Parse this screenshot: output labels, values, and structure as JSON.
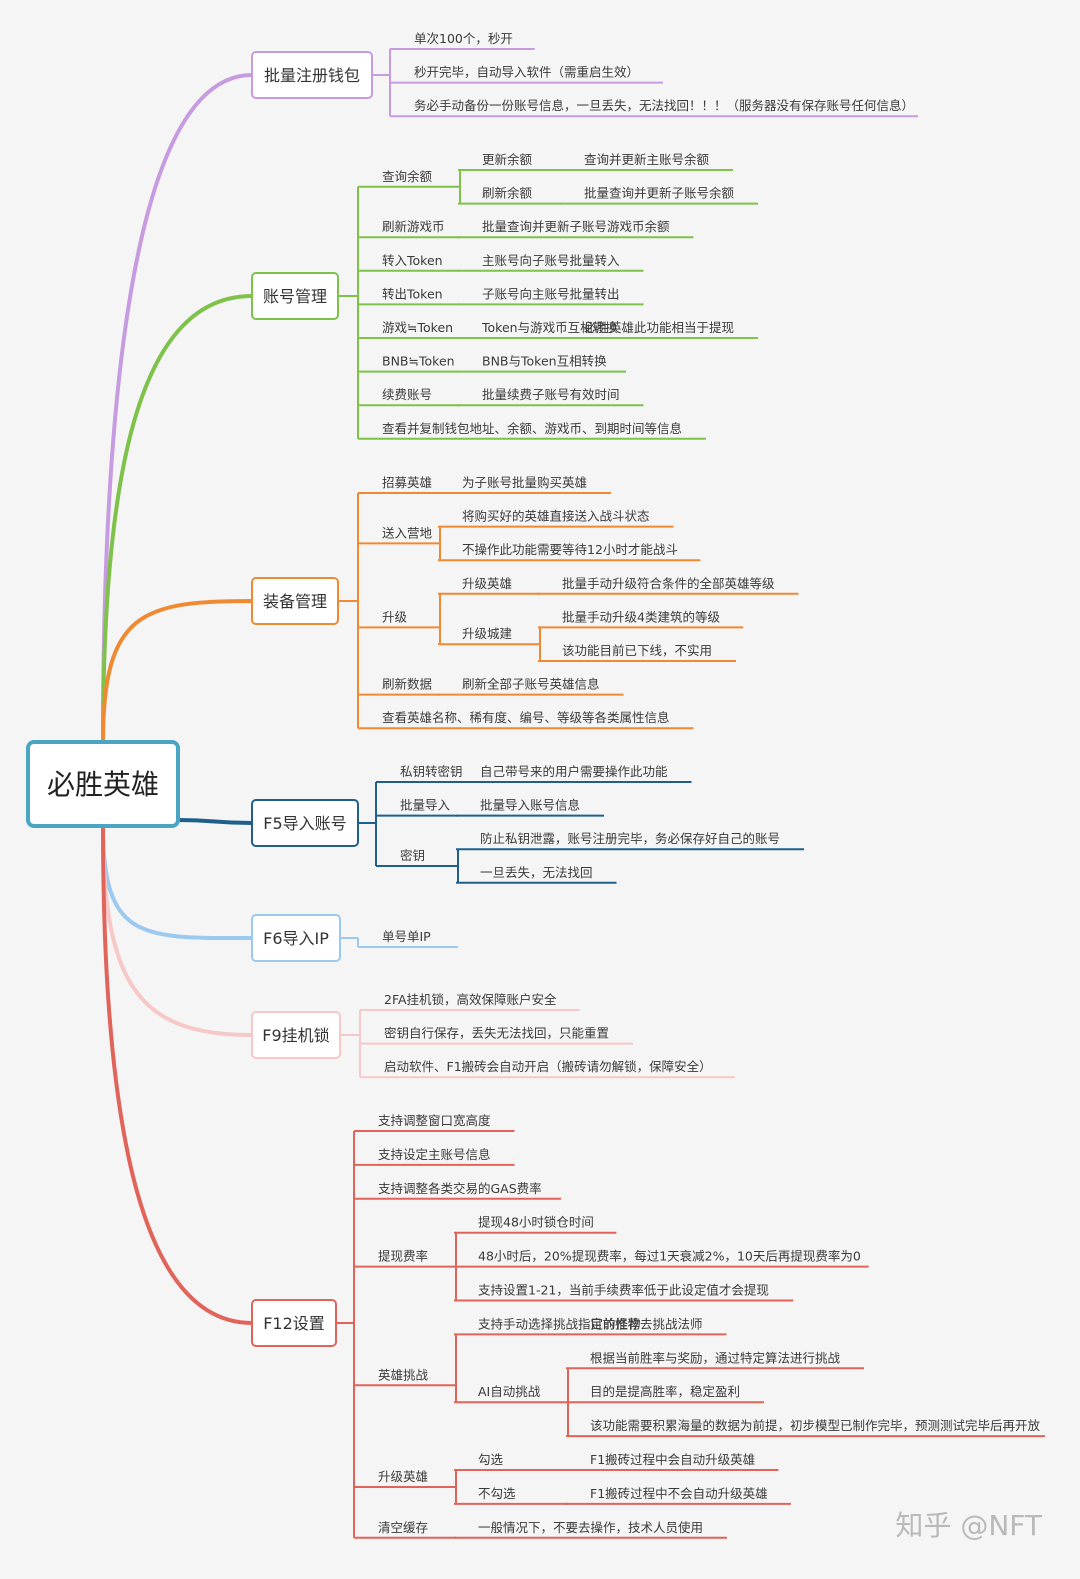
{
  "root": "必胜英雄",
  "watermark": "知乎 @NFT",
  "branches": [
    {
      "label": "批量注册钱包",
      "color": "#c79be0",
      "children": [
        {
          "label": "单次100个，秒开"
        },
        {
          "label": "秒开完毕，自动导入软件（需重启生效）"
        },
        {
          "label": "务必手动备份一份账号信息，一旦丢失，无法找回！！！（服务器没有保存账号任何信息）"
        }
      ]
    },
    {
      "label": "账号管理",
      "color": "#7ec24a",
      "children": [
        {
          "label": "查询余额",
          "children": [
            {
              "label": "更新余额",
              "children": [
                {
                  "label": "查询并更新主账号余额"
                }
              ]
            },
            {
              "label": "刷新余额",
              "children": [
                {
                  "label": "批量查询并更新子账号余额"
                }
              ]
            }
          ]
        },
        {
          "label": "刷新游戏币",
          "children": [
            {
              "label": "批量查询并更新子账号游戏币余额"
            }
          ]
        },
        {
          "label": "转入Token",
          "children": [
            {
              "label": "主账号向子账号批量转入"
            }
          ]
        },
        {
          "label": "转出Token",
          "children": [
            {
              "label": "子账号向主账号批量转出"
            }
          ]
        },
        {
          "label": "游戏≒Token",
          "children": [
            {
              "label": "Token与游戏币互相转换",
              "children": [
                {
                  "label": "必胜英雄此功能相当于提现"
                }
              ]
            }
          ]
        },
        {
          "label": "BNB≒Token",
          "children": [
            {
              "label": "BNB与Token互相转换"
            }
          ]
        },
        {
          "label": "续费账号",
          "children": [
            {
              "label": "批量续费子账号有效时间"
            }
          ]
        },
        {
          "label": "查看并复制钱包地址、余额、游戏币、到期时间等信息"
        }
      ]
    },
    {
      "label": "装备管理",
      "color": "#ef8a33",
      "children": [
        {
          "label": "招募英雄",
          "children": [
            {
              "label": "为子账号批量购买英雄"
            }
          ]
        },
        {
          "label": "送入营地",
          "children": [
            {
              "label": "将购买好的英雄直接送入战斗状态"
            },
            {
              "label": "不操作此功能需要等待12小时才能战斗"
            }
          ]
        },
        {
          "label": "升级",
          "children": [
            {
              "label": "升级英雄",
              "children": [
                {
                  "label": "批量手动升级符合条件的全部英雄等级"
                }
              ]
            },
            {
              "label": "升级城建",
              "children": [
                {
                  "label": "批量手动升级4类建筑的等级"
                },
                {
                  "label": "该功能目前已下线，不实用"
                }
              ]
            }
          ]
        },
        {
          "label": "刷新数据",
          "children": [
            {
              "label": "刷新全部子账号英雄信息"
            }
          ]
        },
        {
          "label": "查看英雄名称、稀有度、编号、等级等各类属性信息"
        }
      ]
    },
    {
      "label": "F5导入账号",
      "color": "#1f5f8c",
      "children": [
        {
          "label": "私钥转密钥",
          "children": [
            {
              "label": "自己带号来的用户需要操作此功能"
            }
          ]
        },
        {
          "label": "批量导入",
          "children": [
            {
              "label": "批量导入账号信息"
            }
          ]
        },
        {
          "label": "密钥",
          "children": [
            {
              "label": "防止私钥泄露，账号注册完毕，务必保存好自己的账号"
            },
            {
              "label": "一旦丢失，无法找回"
            }
          ]
        }
      ]
    },
    {
      "label": "F6导入IP",
      "color": "#9cc9ef",
      "children": [
        {
          "label": "单号单IP"
        }
      ]
    },
    {
      "label": "F9挂机锁",
      "color": "#f7c8c8",
      "children": [
        {
          "label": "2FA挂机锁，高效保障账户安全"
        },
        {
          "label": "密钥自行保存，丢失无法找回，只能重置"
        },
        {
          "label": "启动软件、F1搬砖会自动开启（搬砖请勿解锁，保障安全）"
        }
      ]
    },
    {
      "label": "F12设置",
      "color": "#e0645a",
      "children": [
        {
          "label": "支持调整窗口宽高度"
        },
        {
          "label": "支持设定主账号信息"
        },
        {
          "label": "支持调整各类交易的GAS费率"
        },
        {
          "label": "提现费率",
          "children": [
            {
              "label": "提现48小时锁仓时间"
            },
            {
              "label": "48小时后，20%提现费率，每过1天衰减2%，10天后再提现费率为0"
            },
            {
              "label": "支持设置1-21，当前手续费率低于此设定值才会提现"
            }
          ]
        },
        {
          "label": "英雄挑战",
          "children": [
            {
              "label": "支持手动选择挑战指定的怪物",
              "children": [
                {
                  "label": "目前推荐去挑战法师"
                }
              ]
            },
            {
              "label": "AI自动挑战",
              "children": [
                {
                  "label": "根据当前胜率与奖励，通过特定算法进行挑战"
                },
                {
                  "label": "目的是提高胜率，稳定盈利"
                },
                {
                  "label": "该功能需要积累海量的数据为前提，初步模型已制作完毕，预测测试完毕后再开放"
                }
              ]
            }
          ]
        },
        {
          "label": "升级英雄",
          "children": [
            {
              "label": "勾选",
              "children": [
                {
                  "label": "F1搬砖过程中会自动升级英雄"
                }
              ]
            },
            {
              "label": "不勾选",
              "children": [
                {
                  "label": "F1搬砖过程中不会自动升级英雄"
                }
              ]
            }
          ]
        },
        {
          "label": "清空缓存",
          "children": [
            {
              "label": "一般情况下，不要去操作，技术人员使用"
            }
          ]
        }
      ]
    }
  ]
}
